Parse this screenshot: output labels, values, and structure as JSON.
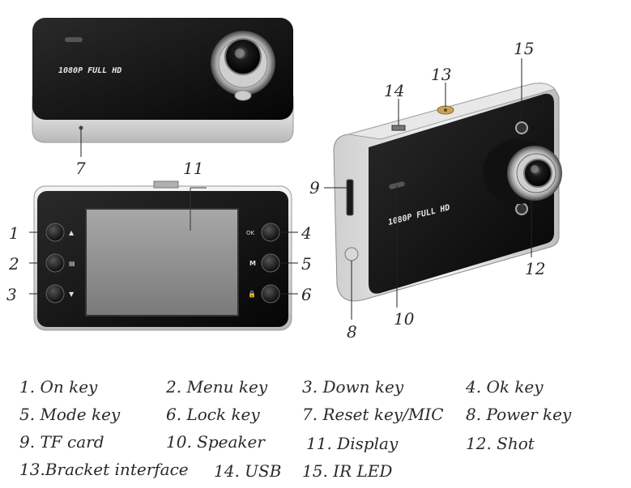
{
  "device": {
    "model_text": "1080P FULL HD"
  },
  "callouts": [
    {
      "id": "c1",
      "label": "1"
    },
    {
      "id": "c2",
      "label": "2"
    },
    {
      "id": "c3",
      "label": "3"
    },
    {
      "id": "c4",
      "label": "4"
    },
    {
      "id": "c5",
      "label": "5"
    },
    {
      "id": "c6",
      "label": "6"
    },
    {
      "id": "c7",
      "label": "7"
    },
    {
      "id": "c8",
      "label": "8"
    },
    {
      "id": "c9",
      "label": "9"
    },
    {
      "id": "c10",
      "label": "10"
    },
    {
      "id": "c11",
      "label": "11"
    },
    {
      "id": "c12",
      "label": "12"
    },
    {
      "id": "c13",
      "label": "13"
    },
    {
      "id": "c14",
      "label": "14"
    },
    {
      "id": "c15",
      "label": "15"
    }
  ],
  "buttons_left": [
    "▲",
    "▤",
    "▼"
  ],
  "buttons_right": [
    "OK",
    "M",
    "🔒"
  ],
  "legend": [
    "1. On key",
    "2. Menu key",
    "3. Down key",
    "4. Ok key",
    "5. Mode key",
    "6. Lock key",
    "7. Reset key/MIC",
    "8. Power key",
    "9. TF card",
    "10. Speaker",
    "11. Display",
    "12. Shot",
    "13.Bracket interface",
    "14. USB",
    "15. IR LED"
  ]
}
